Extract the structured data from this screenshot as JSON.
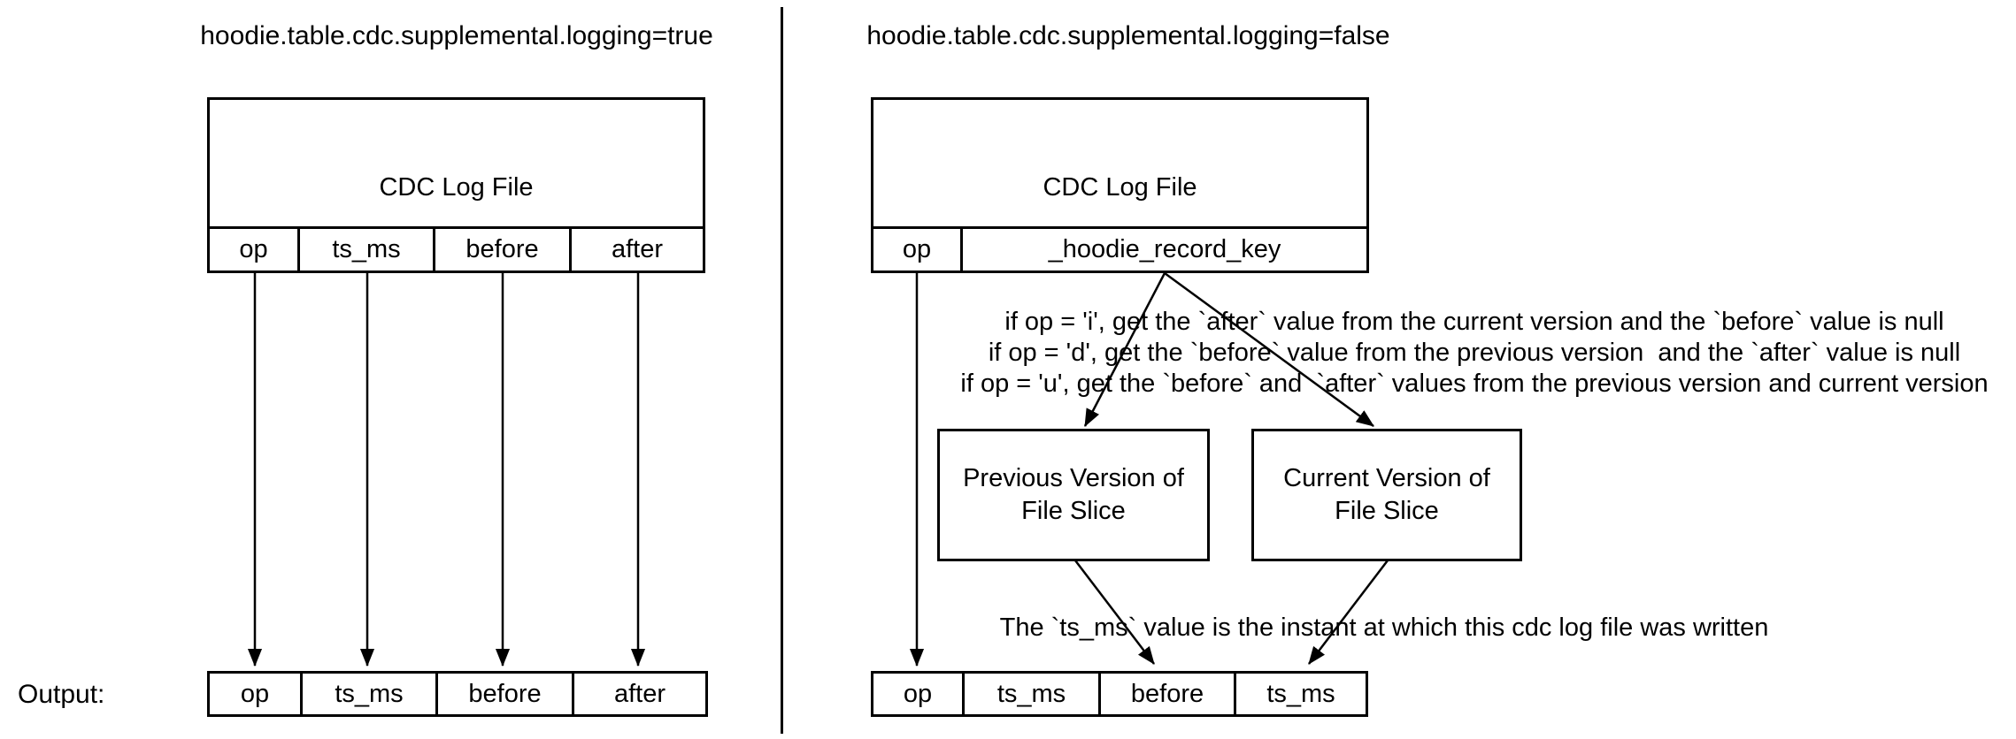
{
  "colors": {
    "stroke": "#000000",
    "background": "#ffffff"
  },
  "left_panel": {
    "title": "hoodie.table.cdc.supplemental.logging=true",
    "cdc_box": {
      "label": "CDC Log File",
      "columns": [
        "op",
        "ts_ms",
        "before",
        "after"
      ]
    },
    "output_label": "Output:",
    "output_columns": [
      "op",
      "ts_ms",
      "before",
      "after"
    ]
  },
  "right_panel": {
    "title": "hoodie.table.cdc.supplemental.logging=false",
    "cdc_box": {
      "label": "CDC Log File",
      "columns": [
        "op",
        "_hoodie_record_key"
      ]
    },
    "conditions": [
      "if op = 'i', get the `after` value from the current version and the `before` value is null",
      "if op = 'd', get the `before` value from the previous version  and the `after` value is null",
      "if op = 'u', get the `before` and  `after` values from the previous version and current version"
    ],
    "previous_box": {
      "line1": "Previous Version of",
      "line2": "File Slice"
    },
    "current_box": {
      "line1": "Current Version of",
      "line2": "File Slice"
    },
    "note": "The `ts_ms` value is the instant at which this cdc log file was written",
    "output_columns": [
      "op",
      "ts_ms",
      "before",
      "ts_ms"
    ]
  }
}
